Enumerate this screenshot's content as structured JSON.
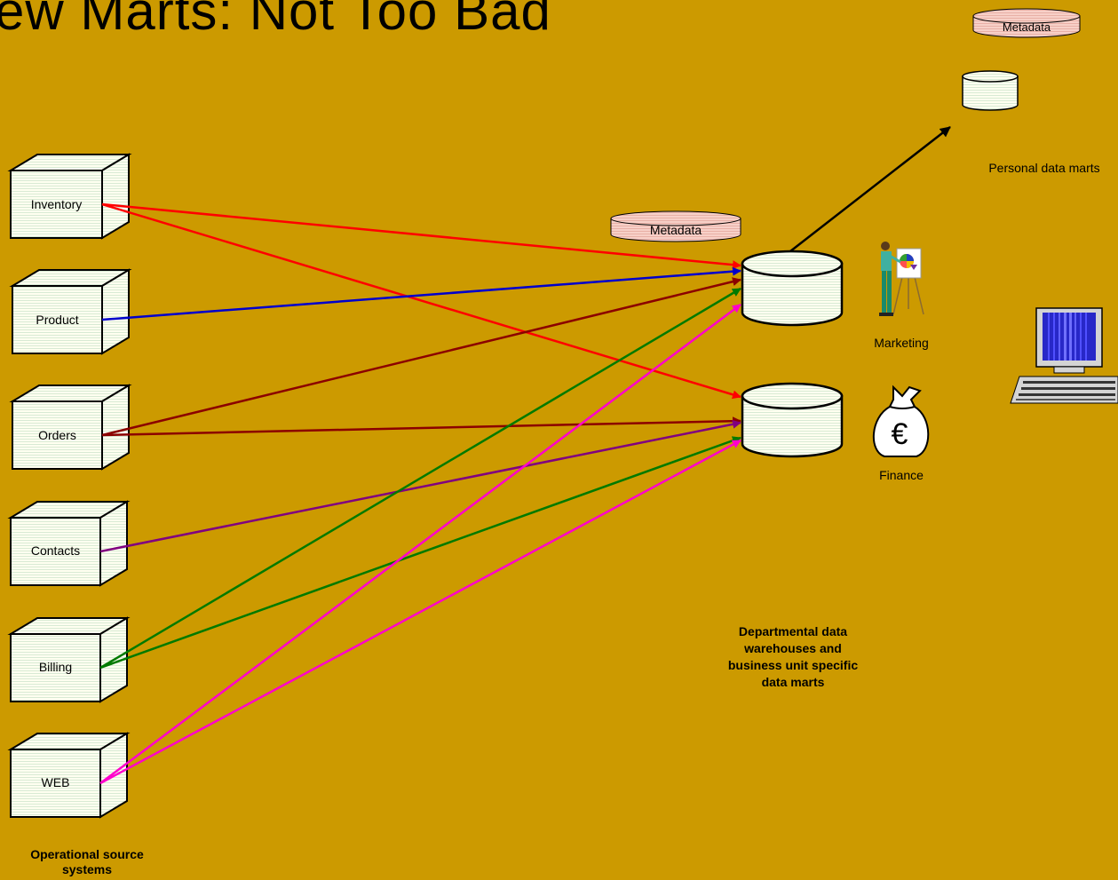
{
  "title": "ew Marts: Not Too Bad",
  "sources": [
    "Inventory",
    "Product",
    "Orders",
    "Contacts",
    "Billing",
    "WEB"
  ],
  "source_caption": "Operational source systems",
  "dept_metadata": "Metadata",
  "personal_metadata": "Metadata",
  "marketing_label": "Marketing",
  "finance_label": "Finance",
  "dept_caption": "Departmental data warehouses and business unit specific data marts",
  "personal_caption": "Personal data marts",
  "colors": {
    "background": "#cc9a00",
    "inventory": "#ff0000",
    "product": "#0000cc",
    "orders": "#8b0000",
    "contacts": "#800080",
    "billing": "#007a00",
    "web": "#ff00cc",
    "personal_arrow": "#000000"
  }
}
